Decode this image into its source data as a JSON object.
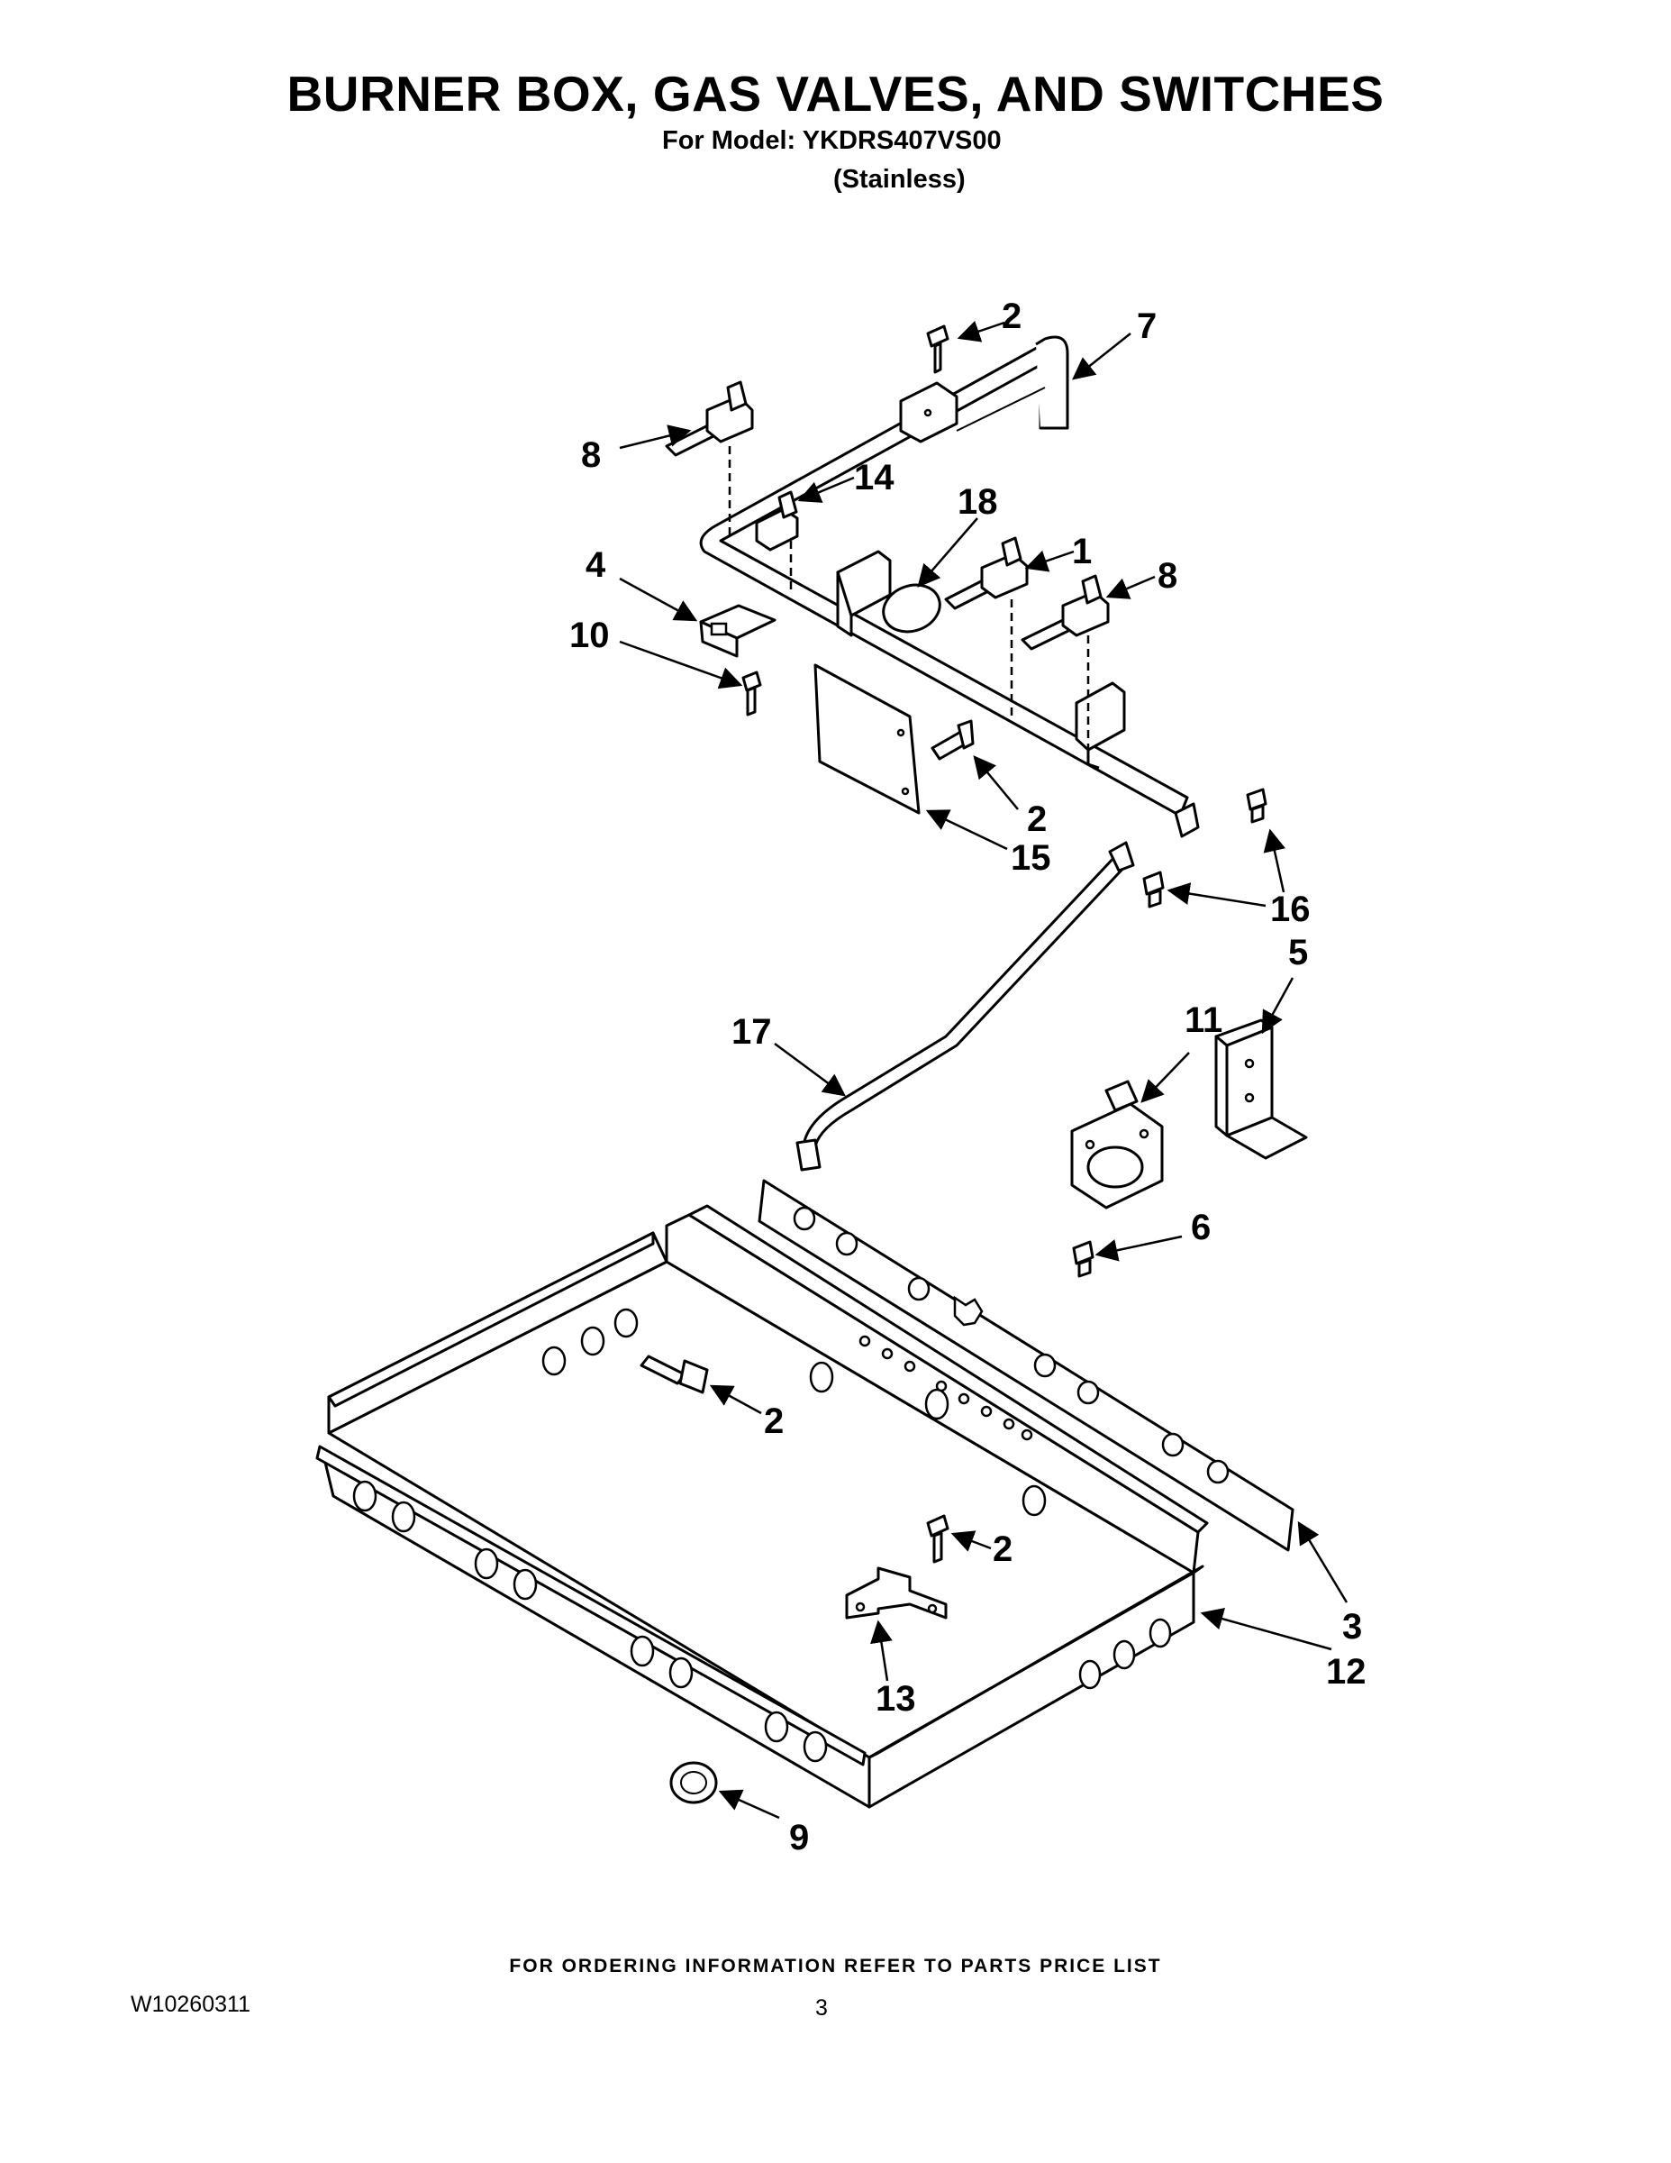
{
  "header": {
    "title": "BURNER BOX, GAS VALVES, AND SWITCHES",
    "model_line": "For Model: YKDRS407VS00",
    "finish": "(Stainless)"
  },
  "diagram": {
    "callouts": [
      {
        "id": "c-2a",
        "label": "2"
      },
      {
        "id": "c-7",
        "label": "7"
      },
      {
        "id": "c-8a",
        "label": "8"
      },
      {
        "id": "c-14",
        "label": "14"
      },
      {
        "id": "c-18",
        "label": "18"
      },
      {
        "id": "c-1",
        "label": "1"
      },
      {
        "id": "c-8b",
        "label": "8"
      },
      {
        "id": "c-4",
        "label": "4"
      },
      {
        "id": "c-10",
        "label": "10"
      },
      {
        "id": "c-2b",
        "label": "2"
      },
      {
        "id": "c-15",
        "label": "15"
      },
      {
        "id": "c-16",
        "label": "16"
      },
      {
        "id": "c-5",
        "label": "5"
      },
      {
        "id": "c-11",
        "label": "11"
      },
      {
        "id": "c-17",
        "label": "17"
      },
      {
        "id": "c-6",
        "label": "6"
      },
      {
        "id": "c-2c",
        "label": "2"
      },
      {
        "id": "c-2d",
        "label": "2"
      },
      {
        "id": "c-3",
        "label": "3"
      },
      {
        "id": "c-12",
        "label": "12"
      },
      {
        "id": "c-13",
        "label": "13"
      },
      {
        "id": "c-9",
        "label": "9"
      }
    ]
  },
  "footer": {
    "ordering_note": "FOR ORDERING INFORMATION REFER TO PARTS PRICE LIST",
    "document_number": "W10260311",
    "page_number": "3"
  }
}
